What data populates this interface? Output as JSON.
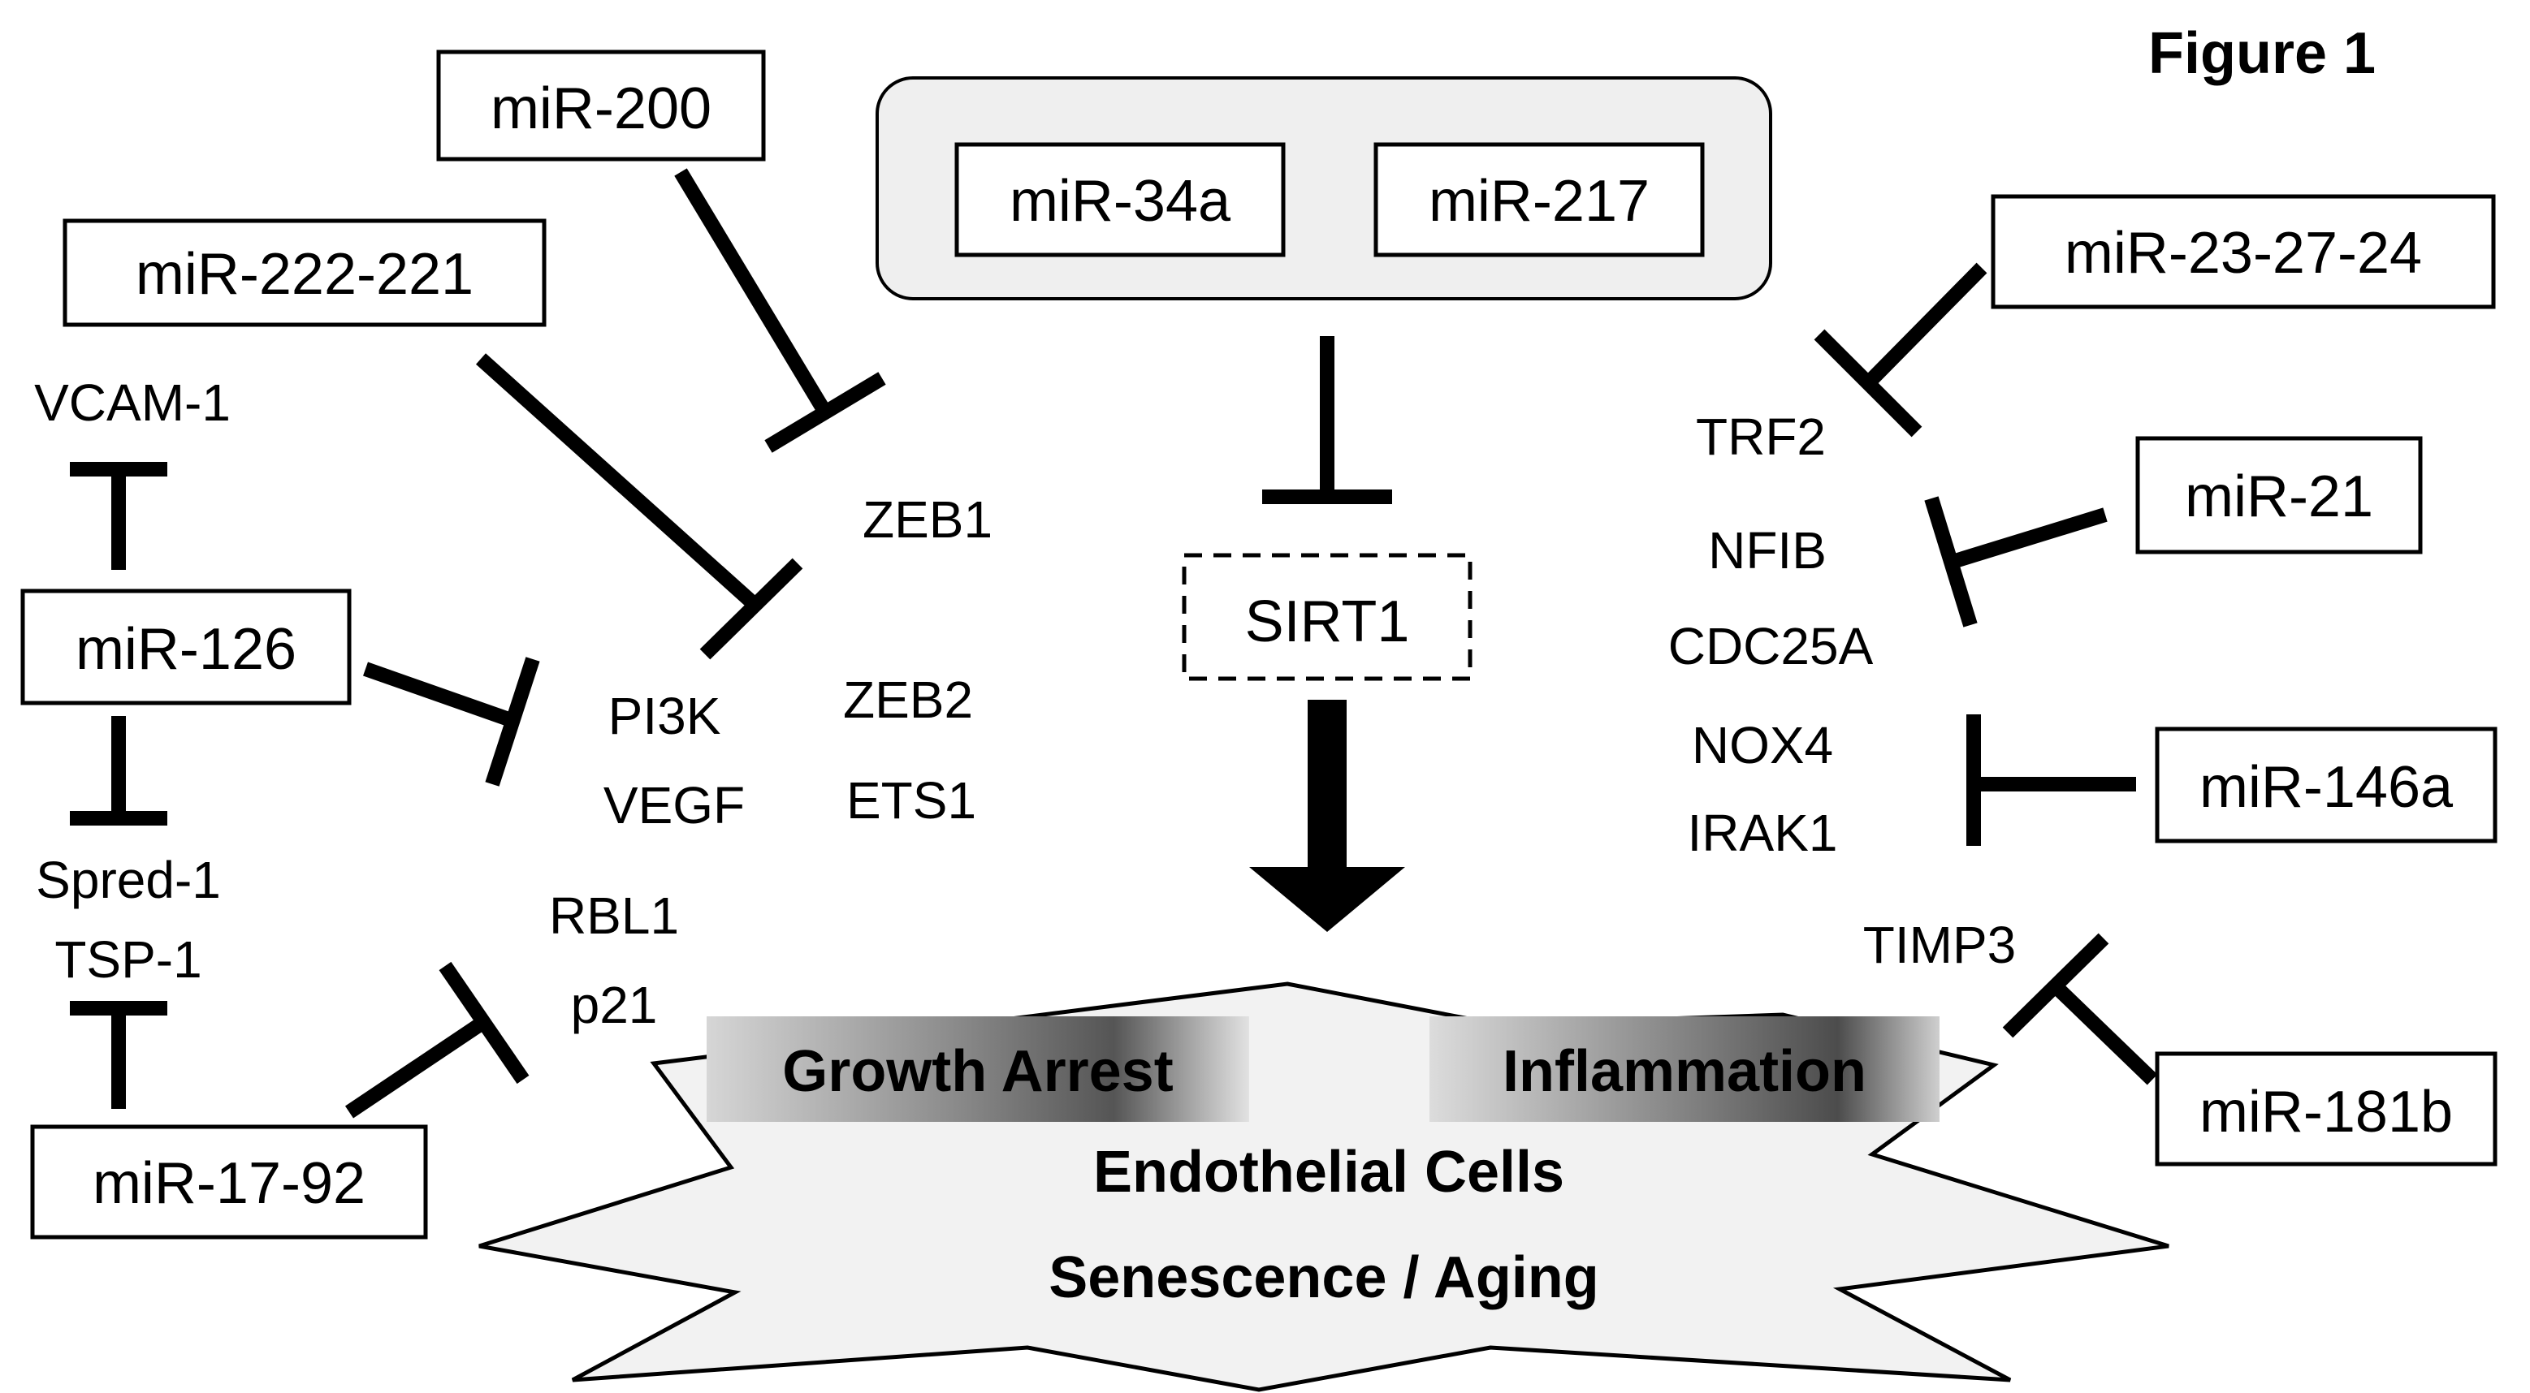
{
  "figure_label": "Figure 1",
  "cluster": {
    "left": "miR-34a",
    "right": "miR-217"
  },
  "sirt1": "SIRT1",
  "mirnas": {
    "mir200": "miR-200",
    "mir222_221": "miR-222-221",
    "mir126": "miR-126",
    "mir17_92": "miR-17-92",
    "mir23_27_24": "miR-23-27-24",
    "mir21": "miR-21",
    "mir146a": "miR-146a",
    "mir181b": "miR-181b"
  },
  "targets": {
    "vcam1": "VCAM-1",
    "spred1": "Spred-1",
    "tsp1": "TSP-1",
    "zeb1": "ZEB1",
    "pi3k": "PI3K",
    "vegf": "VEGF",
    "zeb2": "ZEB2",
    "ets1": "ETS1",
    "rbl1": "RBL1",
    "p21": "p21",
    "trf2": "TRF2",
    "nfib": "NFIB",
    "cdc25a": "CDC25A",
    "nox4": "NOX4",
    "irak1": "IRAK1",
    "timp3": "TIMP3"
  },
  "outcome": {
    "growth_arrest": "Growth Arrest",
    "inflammation": "Inflammation",
    "line1": "Endothelial Cells",
    "line2": "Senescence / Aging"
  }
}
